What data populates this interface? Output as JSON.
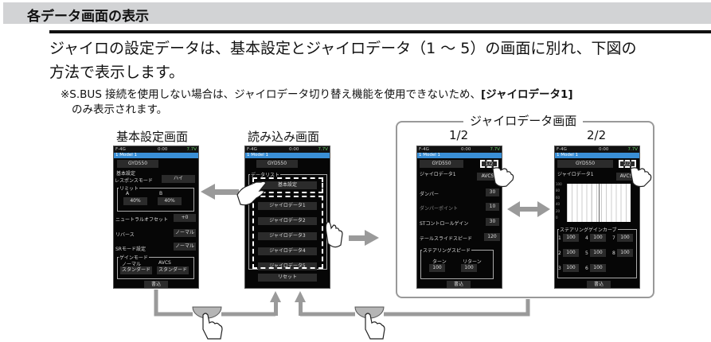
{
  "section_title": "各データ画面の表示",
  "intro": {
    "line1": "ジャイロの設定データは、基本設定とジャイロデータ（1 ～ 5）の画面に別れ、下図の",
    "line2": "方法で表示します。"
  },
  "note": {
    "line1_pre": "※S.BUS 接続を使用しない場合は、ジャイロデータ切り替え機能を使用できないため、",
    "line1_bold": "[ジャイロデータ1]",
    "line2": "のみ表示されます。"
  },
  "labels": {
    "basic": "基本設定画面",
    "load": "読み込み画面",
    "gyro_group": "ジャイロデータ画面",
    "page1": "1/2",
    "page2": "2/2"
  },
  "status": {
    "left": "F-4G",
    "time": "0:00",
    "volt": "7.7V",
    "model": "1  Model 1",
    "device": "GYD550",
    "write": "書込"
  },
  "basic": {
    "heading": "基本設定",
    "response": "レスポンスモード",
    "response_val": "ハイ",
    "limit": "リミット",
    "a": "A",
    "b": "B",
    "a_val": "40%",
    "b_val": "40%",
    "neutral": "ニュートラルオフセット",
    "neutral_val": "+0",
    "reverse": "リバース",
    "reverse_val": "ノーマル",
    "sr": "SRモード設定",
    "sr_val": "ノーマル",
    "gain": "ゲインモード",
    "normal": "ノーマル",
    "avcs": "AVCS",
    "normal_val": "スタンダード",
    "avcs_val": "スタンダード"
  },
  "load": {
    "list": "データリスト",
    "basic": "基本設定",
    "items": [
      "ジャイロデータ1",
      "ジャイロデータ2",
      "ジャイロデータ3",
      "ジャイロデータ4",
      "ジャイロデータ5"
    ],
    "reset": "リセット"
  },
  "gyro1": {
    "page": "1/2",
    "name": "ジャイロデータ1",
    "mode": "AVCS",
    "damper": "ダンパー",
    "damper_val": "30",
    "dpoint": "ダンパーポイント",
    "dpoint_val": "10",
    "st": "STコントロールゲイン",
    "st_val": "30",
    "tail": "テールスライドスピード",
    "tail_val": "120",
    "speed": "ステアリングスピード",
    "turn": "ターン",
    "ret": "リターン",
    "turn_val": "100",
    "ret_val": "100"
  },
  "gyro2": {
    "page": "2/2",
    "name": "ジャイロデータ1",
    "mode": "AVCS",
    "yticks": [
      "100",
      "80",
      "60",
      "40",
      "20",
      "0"
    ],
    "curve": "ステアリングゲインカーブ",
    "points": [
      {
        "n": "1",
        "v": "100"
      },
      {
        "n": "4",
        "v": "100"
      },
      {
        "n": "7",
        "v": "100"
      },
      {
        "n": "2",
        "v": "100"
      },
      {
        "n": "5",
        "v": "100"
      },
      {
        "n": "8",
        "v": "100"
      },
      {
        "n": "3",
        "v": "100"
      },
      {
        "n": "6",
        "v": "100"
      }
    ]
  }
}
